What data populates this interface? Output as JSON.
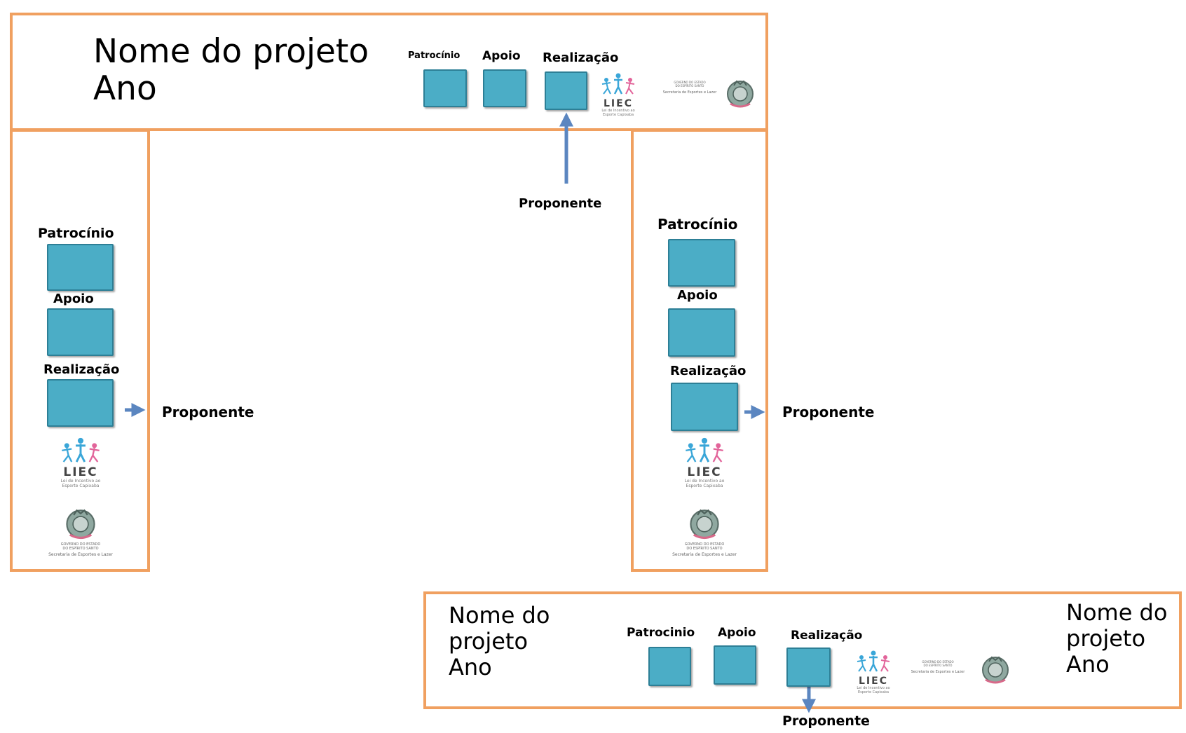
{
  "colors": {
    "frame": "#f0a060",
    "box": "#4badc6",
    "box_border": "#2d7f96",
    "arrow": "#5b86c0",
    "liec_blue": "#3aa6d8",
    "liec_pink": "#e2649a"
  },
  "top_banner": {
    "title": "Nome do projeto\nAno",
    "label_patrocinio": "Patrocínio",
    "label_apoio": "Apoio",
    "label_realizacao": "Realização",
    "proponente": "Proponente"
  },
  "left_column": {
    "label_patrocinio": "Patrocínio",
    "label_apoio": "Apoio",
    "label_realizacao": "Realização",
    "proponente": "Proponente"
  },
  "right_column": {
    "label_patrocinio": "Patrocínio",
    "label_apoio": "Apoio",
    "label_realizacao": "Realização",
    "proponente": "Proponente"
  },
  "bottom_banner": {
    "title_left": "Nome do\nprojeto\nAno",
    "title_right": "Nome do\nprojeto\nAno",
    "label_patrocinio": "Patrocinio",
    "label_apoio": "Apoio",
    "label_realizacao": "Realização",
    "proponente": "Proponente"
  },
  "liec_logo": {
    "word": "LIEC",
    "subtitle": "Lei de Incentivo ao\nEsporte Capixaba",
    "icon": "liec-athletes-icon"
  },
  "gov_logo": {
    "line1": "GOVERNO DO ESTADO\nDO ESPÍRITO SANTO",
    "line2": "Secretaria de Esportes e Lazer",
    "icon": "state-coat-of-arms-icon"
  }
}
